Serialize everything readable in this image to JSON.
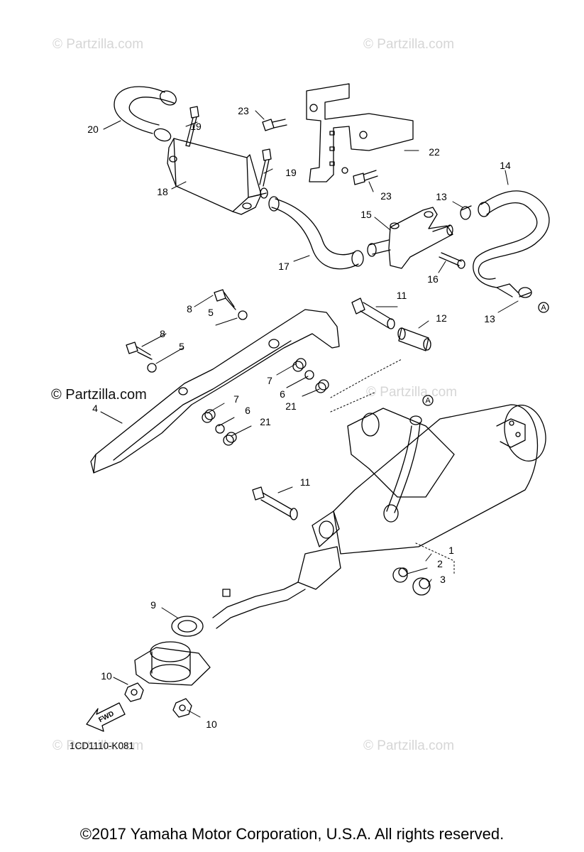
{
  "watermarks": {
    "top_left": "© Partzilla.com",
    "top_right": "© Partzilla.com",
    "mid_left": "© Partzilla.com",
    "mid_right": "© Partzilla.com",
    "bottom_left": "© Partzilla.com",
    "bottom_right": "© Partzilla.com"
  },
  "diagram_ref": "1CD1110-K081",
  "copyright": "©2017 Yamaha Motor Corporation, U.S.A. All rights reserved.",
  "fwd_label": "FWD",
  "marker_label": "A",
  "callouts": {
    "c1": "1",
    "c2": "2",
    "c3": "3",
    "c4": "4",
    "c5a": "5",
    "c5b": "5",
    "c6a": "6",
    "c6b": "6",
    "c7a": "7",
    "c7b": "7",
    "c8a": "8",
    "c8b": "8",
    "c9": "9",
    "c10a": "10",
    "c10b": "10",
    "c11a": "11",
    "c11b": "11",
    "c12": "12",
    "c13a": "13",
    "c13b": "13",
    "c14": "14",
    "c15": "15",
    "c16": "16",
    "c17": "17",
    "c18": "18",
    "c19a": "19",
    "c19b": "19",
    "c20": "20",
    "c21a": "21",
    "c21b": "21",
    "c22": "22",
    "c23a": "23",
    "c23b": "23"
  }
}
